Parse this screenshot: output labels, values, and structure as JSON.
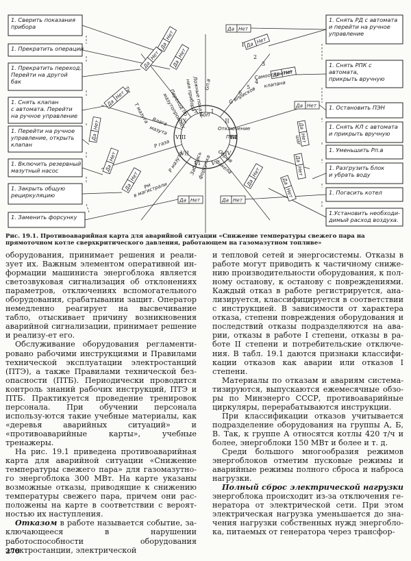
{
  "diagram": {
    "center": "Топ",
    "sectors": [
      "I",
      "II",
      "III",
      "IV",
      "V",
      "VI",
      "VII",
      "VIII",
      "IX",
      "X"
    ],
    "yes": "Да",
    "no": "Нет",
    "left_boxes": [
      [
        "1. Сверить показания",
        "прибора"
      ],
      [
        "1. Прекратить операции"
      ],
      [
        "1. Прекратить переход.",
        "Перейти на другой",
        "бак"
      ],
      [
        "1. Снять клапан",
        "с автомата. Перейти",
        "на ручное управление"
      ],
      [
        "1. Перейти на ручное",
        "управление, открыть",
        "клапан"
      ],
      [
        "1. Включить резервный",
        "мазутный насос"
      ],
      [
        "1. Закрыть общую",
        "рециркуляцию"
      ],
      [
        "1. Заменить форсунку"
      ]
    ],
    "right_boxes": [
      [
        "1. Снять РД с автомата",
        "и перейти на ручное",
        "управление"
      ],
      [
        "1. Снять РПК с",
        "автомата,",
        "прикрыть вручную"
      ],
      [
        "1. Остановить ПЭН"
      ],
      [
        "1. Снять КЛ с автомата",
        "и прикрыть вручную"
      ],
      [
        "1. Уменьшить Рп.в"
      ],
      [
        "1. Разгрузить блок",
        "и убрать воду"
      ],
      [
        "1. Погасить котел"
      ],
      [
        "1.Установить необходи-",
        "димый расход воздуха."
      ]
    ],
    "sector_labels": {
      "s1": "G вприсков",
      "s2a": "Самооткрытие",
      "s2b": "клапана",
      "s3": "Gп.в",
      "s4a": "Отключение",
      "s4b": "ПВД",
      "s5a": "Обрыв",
      "s5b": "факела",
      "s6a": "Забилась",
      "s6b": "форсунка",
      "s7": "Р мазута",
      "s8": "Р газа",
      "s9a": "Влага",
      "s9b": "мазута",
      "s10a": "Переход по",
      "s10b": "мазутопроводу",
      "s11": "Т мазута",
      "s12a": "Ложные показа-",
      "s12b": "ния прибора",
      "s13": "Тм",
      "s14": "Рм",
      "s15": "в магистрали",
      "s16": "шаг"
    },
    "arrow_nums": [
      "1",
      "2",
      "3",
      "4",
      "5",
      "6"
    ]
  },
  "caption": "Рис. 19.1. Противоаварийная карта для аварийной ситуации «Снижение температуры свежего пара на прямоточном котле сверхкритического давления, работающем на газомазутном топливе»",
  "col1": [
    "оборудования, принимает решения и реали-зует их. Важным элементом оперативной ин-формации машиниста энергоблока является светозвуковая сигнализация об отклонениях параметров, отключениях вспомогательного оборудования, срабатывании защит. Оператор немедленно реагирует на высвечивание табло, отыскивает причину возникновения аварийной сигнализации, принимает решение и реализу-ет его.",
    "Обслуживание оборудования регламенти-ровано рабочими инструкциями и Правилами технической эксплуатации электростанций (ПТЭ), а также Правилами технической без-опасности (ПТБ). Периодически проводится контроль знаний рабочих инструкций, ПТЭ и ПТБ. Практикуется проведение тренировок персонала. При обучении персонала использу-ются такие учебные материалы, как «деревья аварийных ситуаций» и «противоаварийные карты», учебные тренажеры.",
    "На рис. 19.1 приведена противоаварийная карта для аварийной ситуации «Снижение температуры свежего пара» для газомазутно-го энергоблока 300 МВт. На карте указаны возможные отказы, приводящие к снижению температуры свежего пара, причем они рас-положены на карте в соответствии с вероят-ностью их наступления."
  ],
  "col1_last": {
    "term": "Отказом",
    "rest": " в работе называется событие, за-ключающееся в нарушении работоспособности оборудования электростанции, электрической"
  },
  "col2": [
    "и тепловой сетей и энергосистемы. Отказы в работе могут приводить к частичному сниже-нию производительности оборудования, к пол-ному останову, к останову с повреждениями. Каждый отказ в работе регистрируется, ана-лизируется, классифицируется в соответствии с инструкцией. В зависимости от характера отказа, степени повреждения оборудования и последствий отказы подразделяются на ава-рии, отказы в работе I степени, отказы в ра-боте II степени и потребительские отключе-ния. В табл. 19.1 даются признаки классифи-кации отказов как аварии или отказов I степени.",
    "Материалы по отказам и авариям система-тизируются, выпускаются ежемесячные обзо-ры по Минэнерго СССР, противоаварийные циркуляры, перерабатываются инструкции.",
    "При классификации отказов учитывается подразделение оборудования на группы А, Б, В. Так, к группе А относятся котлы 420 т/ч и более, энергоблоки 150 МВт и более и т. д.",
    "Среди большого многообразия режимов энергоблоков отметим пусковые режимы и аварийные режимы полного сброса и наброса нагрузки."
  ],
  "col2_last": {
    "term": "Полный сброс электрической нагрузки",
    "rest": " энергоблока происходит из-за отключения ге-нератора от электрической сети. При этом электрическая нагрузка уменьшается до зна-чения нагрузки собственных нужд энергобло-ка, питаемых от генератора через трансфор-"
  },
  "page_number": "270"
}
